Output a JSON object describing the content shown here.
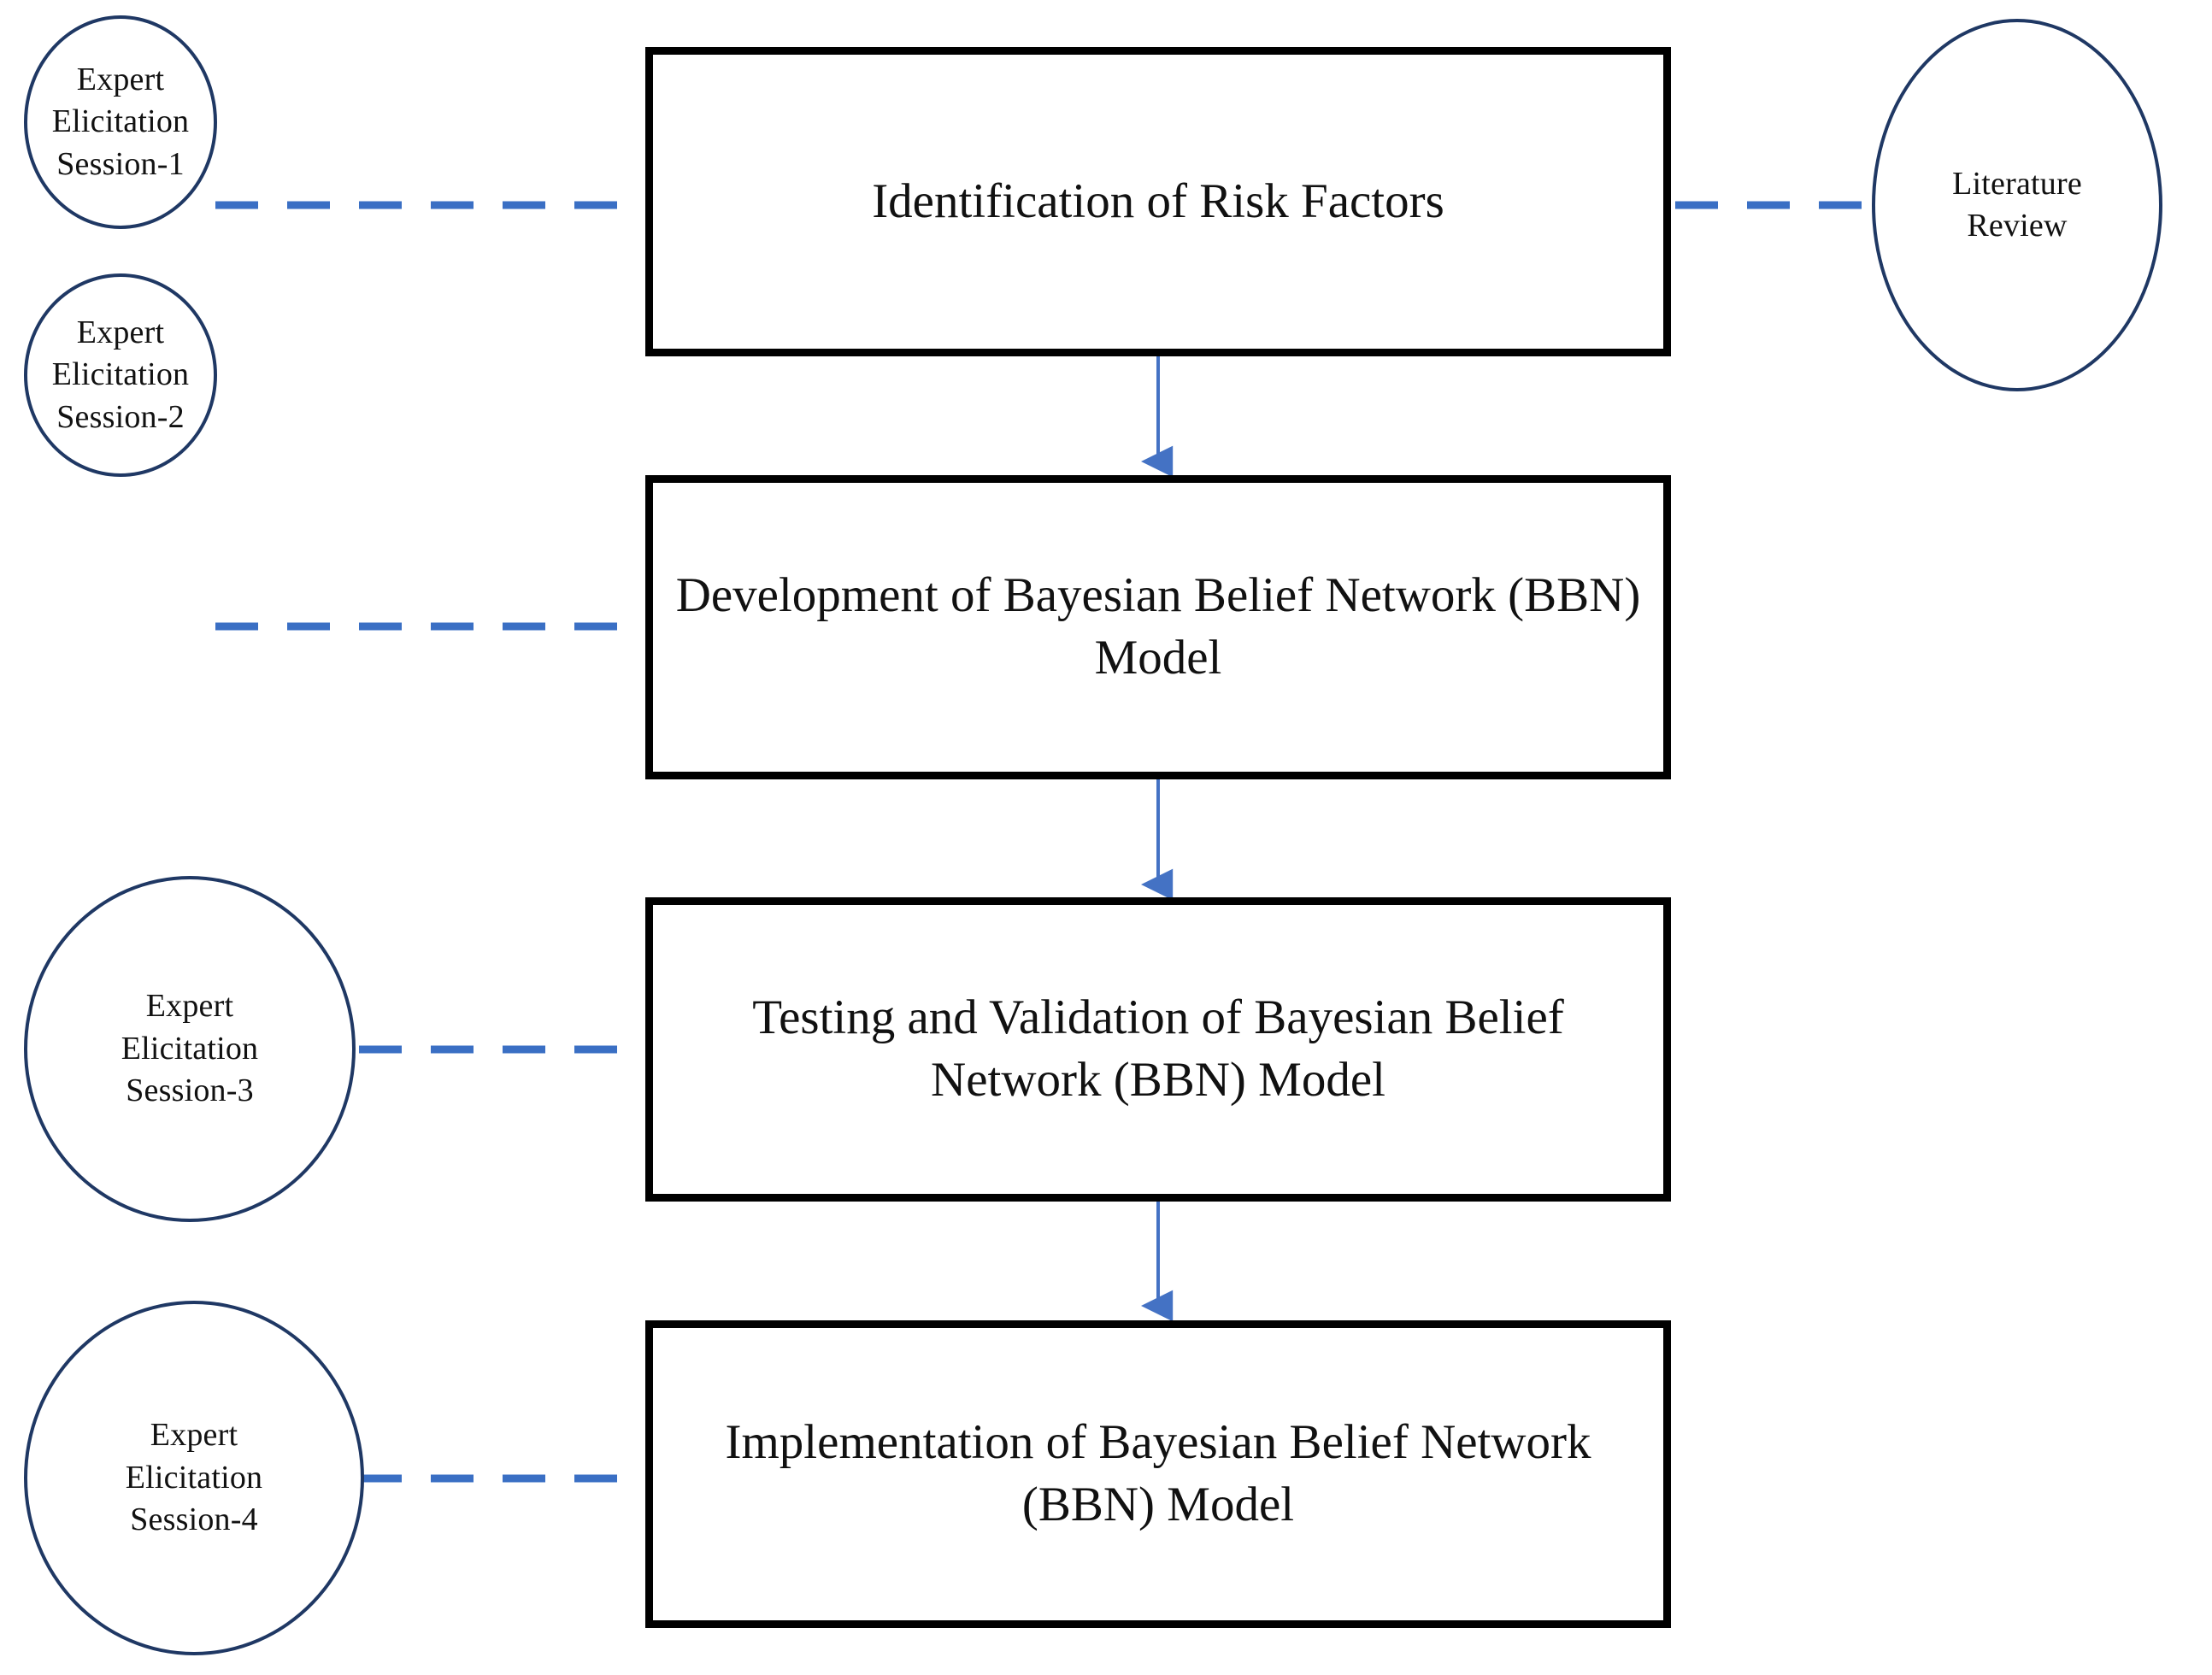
{
  "diagram": {
    "title": "Bayesian Belief Network Research Methodology Flowchart",
    "colors": {
      "circle_stroke": "#1F3864",
      "box_stroke": "#000000",
      "dashed_link": "#3A6FC4",
      "arrow": "#4472C4",
      "background": "#FFFFFF",
      "text": "#111111"
    },
    "process_steps": [
      {
        "id": "step-1",
        "label": "Identification of Risk Factors"
      },
      {
        "id": "step-2",
        "label": "Development of Bayesian Belief Network (BBN) Model"
      },
      {
        "id": "step-3",
        "label": "Testing and Validation of Bayesian Belief Network (BBN) Model"
      },
      {
        "id": "step-4",
        "label": "Implementation of Bayesian Belief Network (BBN) Model"
      }
    ],
    "left_sources": [
      {
        "id": "session-1",
        "label": "Expert\nElicitation\nSession-1"
      },
      {
        "id": "session-2",
        "label": "Expert\nElicitation\nSession-2"
      },
      {
        "id": "session-3",
        "label": "Expert\nElicitation\nSession-3"
      },
      {
        "id": "session-4",
        "label": "Expert\nElicitation\nSession-4"
      }
    ],
    "right_sources": [
      {
        "id": "literature-review",
        "label": "Literature\nReview"
      }
    ],
    "connections": {
      "dashed_links": [
        {
          "from": "session-1",
          "to": "step-1",
          "style": "dashed"
        },
        {
          "from": "literature-review",
          "to": "step-1",
          "style": "dashed"
        },
        {
          "from": "session-2",
          "to": "step-2",
          "style": "dashed"
        },
        {
          "from": "session-3",
          "to": "step-3",
          "style": "dashed"
        },
        {
          "from": "session-4",
          "to": "step-4",
          "style": "dashed"
        }
      ],
      "arrows": [
        {
          "from": "step-1",
          "to": "step-2",
          "style": "solid-arrow",
          "direction": "down"
        },
        {
          "from": "step-2",
          "to": "step-3",
          "style": "solid-arrow",
          "direction": "down"
        },
        {
          "from": "step-3",
          "to": "step-4",
          "style": "solid-arrow",
          "direction": "down"
        }
      ]
    }
  }
}
